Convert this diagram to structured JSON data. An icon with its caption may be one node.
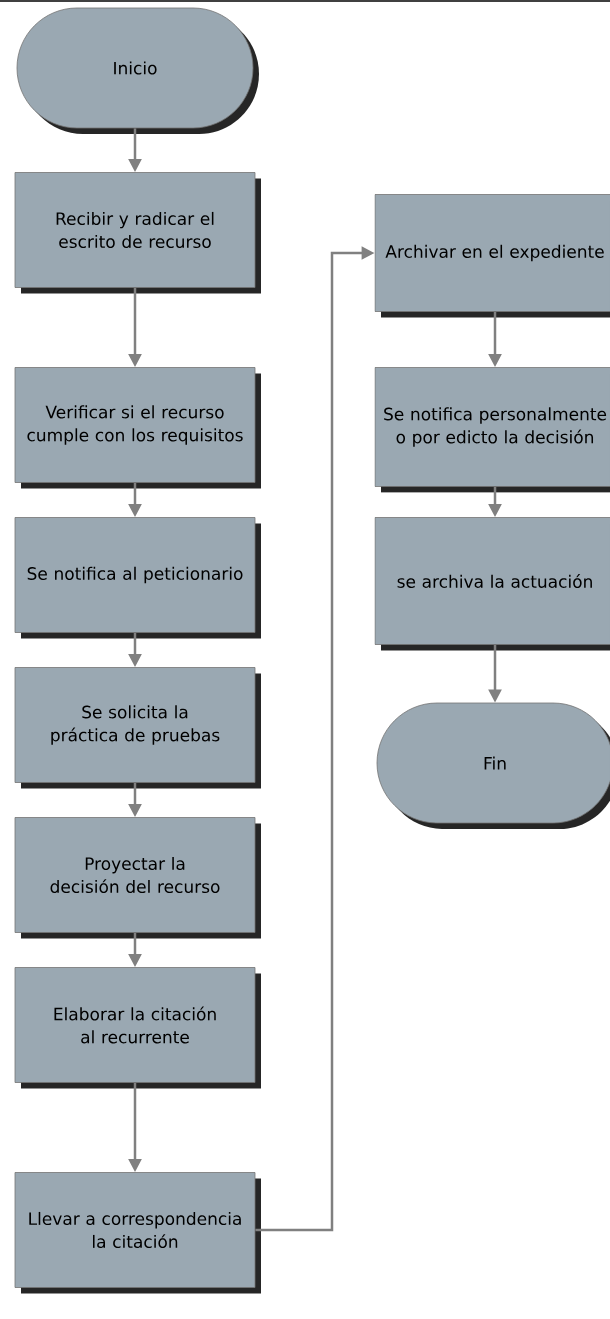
{
  "diagram": {
    "nodes": [
      {
        "text": [
          "Inicio"
        ]
      },
      {
        "text": [
          "Recibir y radicar el escrito de recurso"
        ]
      },
      {
        "text": [
          "Verificar si el recurso cumple con los requisitos"
        ]
      },
      {
        "text": [
          "Se notifica al peticionario"
        ]
      },
      {
        "text": [
          "Se solicita la práctica de pruebas"
        ]
      },
      {
        "text": [
          "Proyectar la decisión del recurso"
        ]
      },
      {
        "text": [
          "Elaborar la citación al recurrente"
        ]
      },
      {
        "text": [
          "Llevar a correspondencia la citación"
        ]
      },
      {
        "text": [
          "Archivar en el expediente"
        ]
      },
      {
        "text": [
          "Se notifica personalmente o por edicto la decisión"
        ]
      },
      {
        "text": [
          "se archiva la actuación"
        ]
      },
      {
        "text": [
          "Fin"
        ]
      }
    ],
    "edges": [
      {
        "from": 0,
        "to": 1,
        "arrow": "to"
      },
      {
        "from": 1,
        "to": 2,
        "arrow": "to"
      },
      {
        "from": 2,
        "to": 3,
        "arrow": "to"
      },
      {
        "from": 3,
        "to": 4,
        "arrow": "to"
      },
      {
        "from": 4,
        "to": 5,
        "arrow": "to"
      },
      {
        "from": 5,
        "to": 6,
        "arrow": "to"
      },
      {
        "from": 6,
        "to": 7,
        "arrow": "to"
      },
      {
        "from": 7,
        "to": 8,
        "arrow": "to"
      },
      {
        "from": 8,
        "to": 9,
        "arrow": "to"
      },
      {
        "from": 9,
        "to": 10,
        "arrow": "to"
      },
      {
        "from": 10,
        "to": 11,
        "arrow": "to"
      }
    ]
  }
}
